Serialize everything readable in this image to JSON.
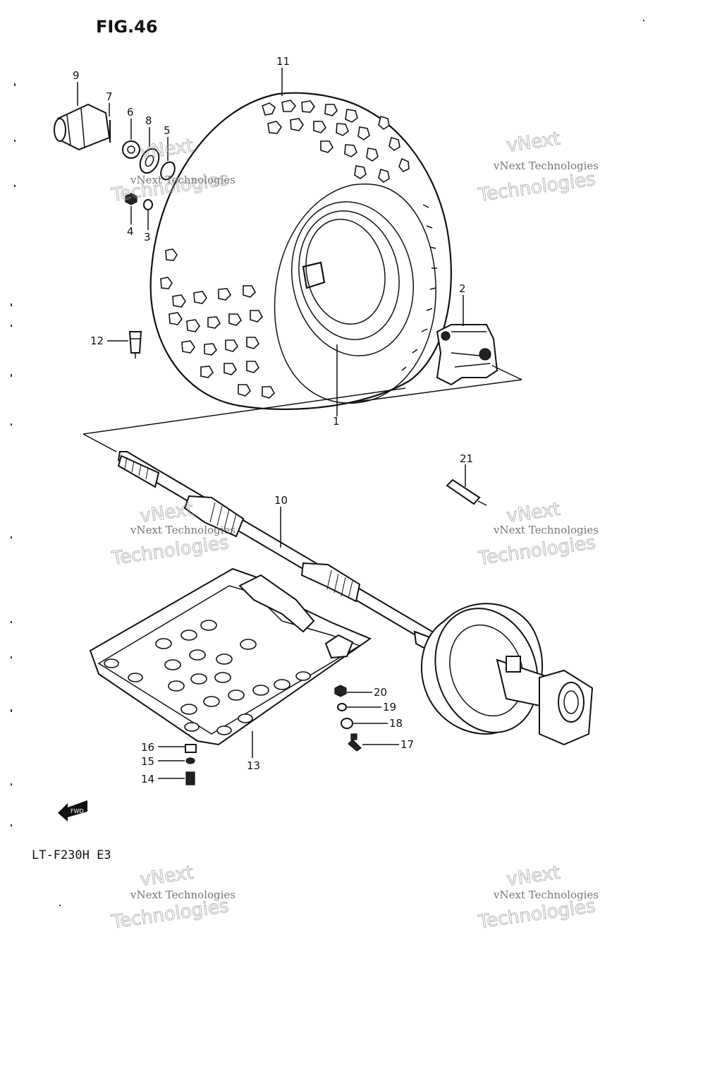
{
  "figure": {
    "title": "FIG.46",
    "model": "LT-F230H  E3",
    "fwd_label": "FWD"
  },
  "parts": {
    "p1": "1",
    "p2": "2",
    "p3": "3",
    "p4": "4",
    "p5": "5",
    "p6": "6",
    "p7": "7",
    "p8": "8",
    "p9": "9",
    "p10": "10",
    "p11": "11",
    "p12": "12",
    "p13": "13",
    "p14": "14",
    "p15": "15",
    "p16": "16",
    "p17": "17",
    "p18": "18",
    "p19": "19",
    "p20": "20",
    "p21": "21"
  },
  "watermark": {
    "line1": "vNext Technologies",
    "line2": "Technologies",
    "line3": "vNext"
  },
  "icons": [
    "tire-wheel-icon",
    "hub-icon",
    "axle-shaft-icon",
    "skid-plate-icon",
    "brake-drum-icon",
    "fwd-arrow-icon"
  ]
}
